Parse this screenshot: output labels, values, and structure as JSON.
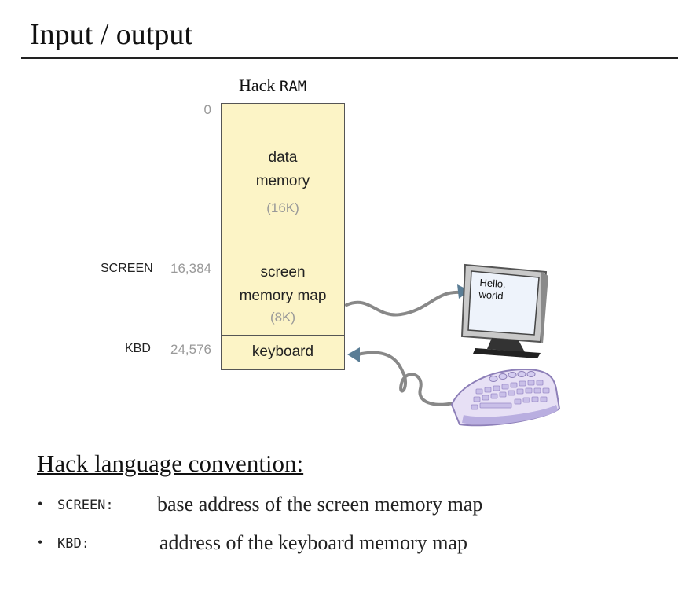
{
  "title": "Input / output",
  "ram": {
    "title_word": "Hack",
    "title_mono": "RAM",
    "data_line1": "data",
    "data_line2": "memory",
    "data_size": "(16K)",
    "screen_line1": "screen",
    "screen_line2": "memory map",
    "screen_size": "(8K)",
    "keyboard_label": "keyboard",
    "addr_data": "0",
    "addr_screen": "16,384",
    "addr_kbd": "24,576",
    "label_screen": "SCREEN",
    "label_kbd": "KBD"
  },
  "monitor": {
    "line1": "Hello,",
    "line2": "world"
  },
  "convention": {
    "heading": "Hack language  convention:",
    "items": [
      {
        "key": "SCREEN:",
        "text": "base address of the screen memory map"
      },
      {
        "key": "KBD:",
        "text": "address of the keyboard memory map"
      }
    ]
  },
  "colors": {
    "ram_fill": "#fcf4c6",
    "wire": "#888888",
    "arrow": "#5a7d95"
  }
}
